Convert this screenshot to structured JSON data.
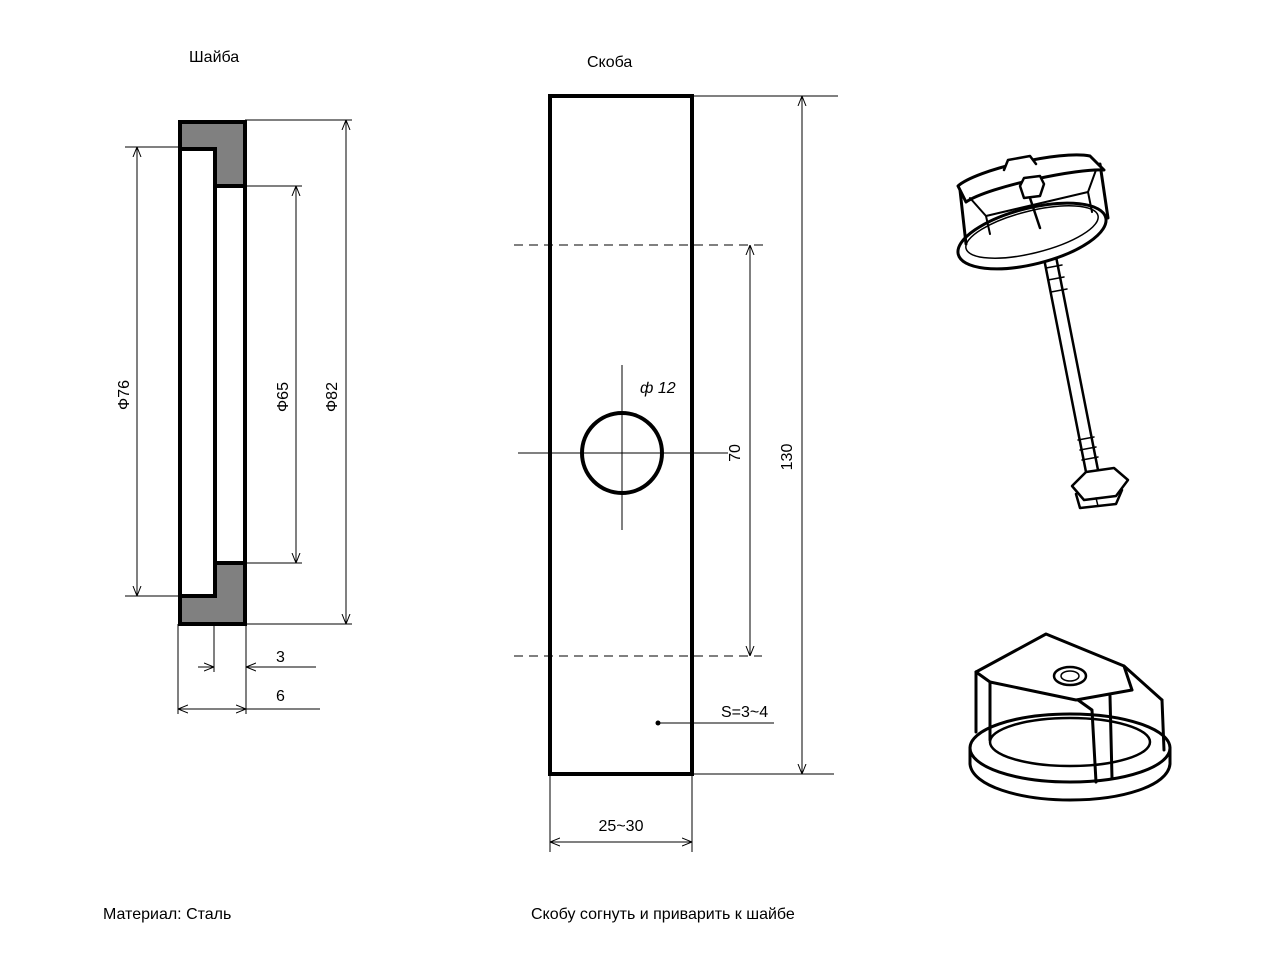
{
  "washer": {
    "title": "Шайба",
    "dim_outer": "Ф82",
    "dim_inner": "Ф65",
    "dim_bore": "Ф76",
    "dim_step": "3",
    "dim_width": "6"
  },
  "bracket": {
    "title": "Скоба",
    "dim_length": "130",
    "dim_bend": "70",
    "dim_hole": "ф 12",
    "dim_width": "25~30",
    "dim_thickness": "S=3~4"
  },
  "notes": {
    "material": "Материал: Сталь",
    "instruction": "Скобу согнуть и приварить к шайбе"
  }
}
